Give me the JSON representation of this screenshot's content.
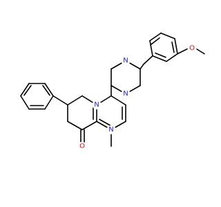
{
  "structure": {
    "atoms": {
      "n_piperazine_top": "N",
      "n_piperazine_bottom": "N",
      "n_pyrimidine_top": "N",
      "n_pyrimidine_bottom": "N",
      "o_methoxy": "O",
      "o_ketone": "O"
    },
    "colors": {
      "nitrogen": "#1a1aff",
      "oxygen": "#ff0000",
      "bond": "#000000"
    }
  }
}
